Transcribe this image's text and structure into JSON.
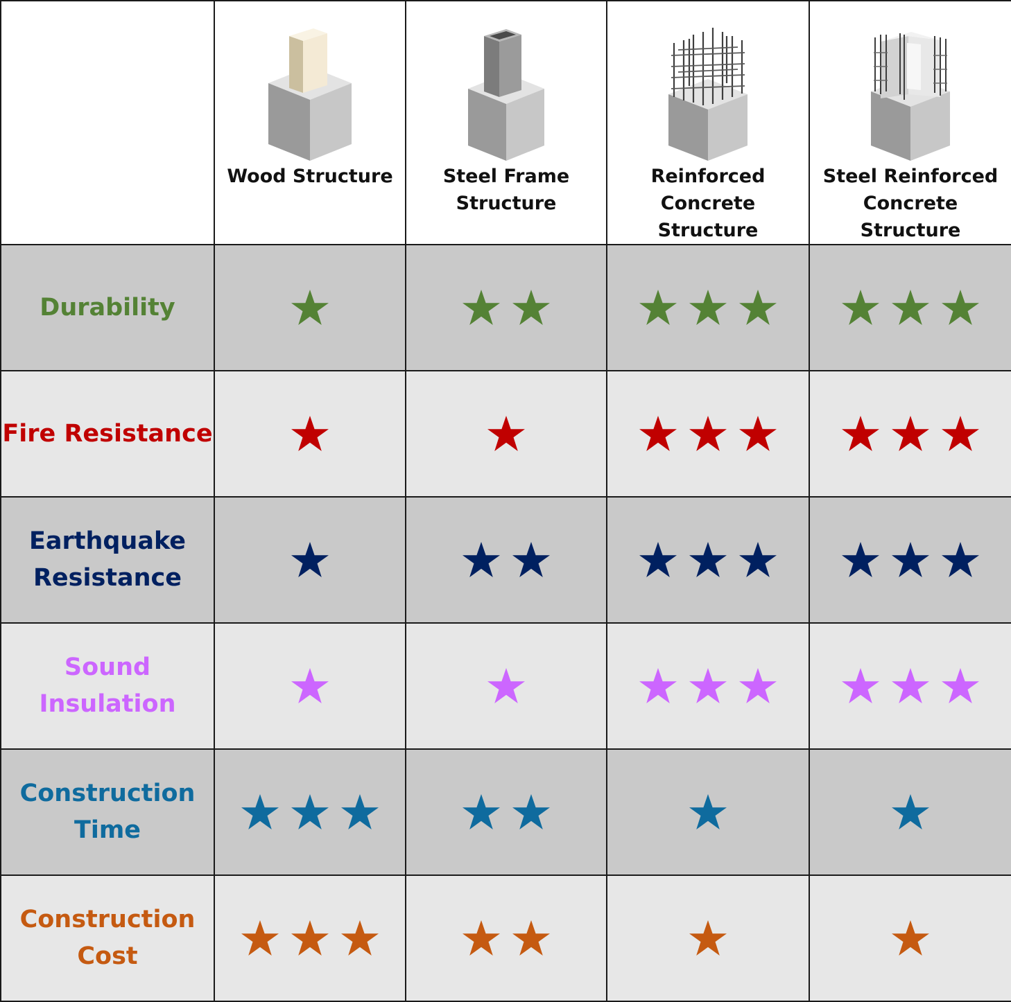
{
  "columns": [
    {
      "key": "wood",
      "title": "Wood Structure",
      "illustration": "wood-column-on-footing"
    },
    {
      "key": "steel_frame",
      "title": "Steel Frame\nStructure",
      "illustration": "steel-column-on-footing"
    },
    {
      "key": "rc",
      "title": "Reinforced\nConcrete Structure",
      "illustration": "rebar-cage-on-footing"
    },
    {
      "key": "src",
      "title": "Steel Reinforced\nConcrete Structure",
      "illustration": "steel-encased-column-on-footing"
    }
  ],
  "criteria": [
    {
      "label": "Durability",
      "color": "#548235",
      "shade": "dark",
      "ratings": [
        1,
        2,
        3,
        3
      ]
    },
    {
      "label": "Fire Resistance",
      "color": "#c00000",
      "shade": "light",
      "ratings": [
        1,
        1,
        3,
        3
      ]
    },
    {
      "label": "Earthquake\nResistance",
      "color": "#002060",
      "shade": "dark",
      "ratings": [
        1,
        2,
        3,
        3
      ]
    },
    {
      "label": "Sound\nInsulation",
      "color": "#cc66ff",
      "shade": "light",
      "ratings": [
        1,
        1,
        3,
        3
      ]
    },
    {
      "label": "Construction\nTime",
      "color": "#0f6b9e",
      "shade": "dark",
      "ratings": [
        3,
        2,
        1,
        1
      ]
    },
    {
      "label": "Construction\nCost",
      "color": "#c55a11",
      "shade": "light",
      "ratings": [
        3,
        2,
        1,
        1
      ]
    }
  ],
  "rating_icon": "star-icon",
  "max_rating": 3
}
